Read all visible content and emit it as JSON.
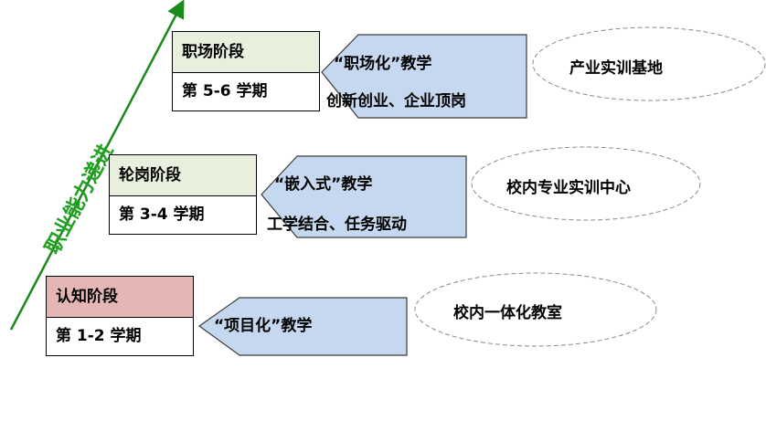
{
  "progress_label": "职业能力递进",
  "colors": {
    "arrow": "#1a8a1a",
    "label": "#22a022",
    "stage_header_green": "#e8efdc",
    "stage_header_red": "#e4b6b4",
    "callout_fill": "#c6d8ef",
    "ellipse_stroke": "#8a8a8a"
  },
  "stages": [
    {
      "name": "职场阶段",
      "semester": "第 5-6 学期",
      "teaching": "“职场化”教学",
      "detail": "创新创业、企业顶岗",
      "venue": "产业实训基地"
    },
    {
      "name": "轮岗阶段",
      "semester": "第 3-4 学期",
      "teaching": "“嵌入式”教学",
      "detail": "工学结合、任务驱动",
      "venue": "校内专业实训中心"
    },
    {
      "name": "认知阶段",
      "semester": "第 1-2 学期",
      "teaching": "“项目化”教学",
      "venue": "校内一体化教室"
    }
  ]
}
